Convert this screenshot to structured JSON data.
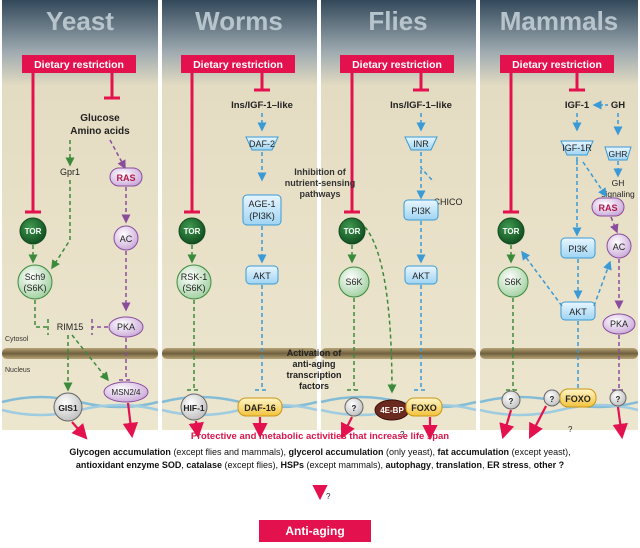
{
  "panels": [
    {
      "title": "Yeast"
    },
    {
      "title": "Worms"
    },
    {
      "title": "Flies"
    },
    {
      "title": "Mammals"
    }
  ],
  "dietary_restriction": "Dietary restriction",
  "yeast": {
    "glucose": "Glucose",
    "amino_acids": "Amino acids",
    "gpr1": "Gpr1",
    "ras": "RAS",
    "tor": "TOR",
    "ac": "AC",
    "sch9_line1": "Sch9",
    "sch9_line2": "(S6K)",
    "rim15": "RIM15",
    "pka": "PKA",
    "gis1": "GIS1",
    "msn": "MSN2/4"
  },
  "worms": {
    "ins": "Ins/IGF-1–like",
    "daf2": "DAF-2",
    "inhibition": [
      "Inhibition of",
      "nutrient-sensing",
      "pathways"
    ],
    "tor": "TOR",
    "age1_line1": "AGE-1",
    "age1_line2": "(PI3K)",
    "rsk1_line1": "RSK-1",
    "rsk1_line2": "(S6K)",
    "akt": "AKT",
    "hif1": "HIF-1",
    "daf16": "DAF-16",
    "activation": [
      "Activation of",
      "anti-aging",
      "transcription",
      "factors"
    ]
  },
  "flies": {
    "ins": "Ins/IGF-1–like",
    "inr": "INR",
    "chico": "CHICO",
    "tor": "TOR",
    "pi3k": "PI3K",
    "s6k": "S6K",
    "akt": "AKT",
    "q": "?",
    "ebp": "4E-BP",
    "foxo": "FOXO"
  },
  "mammals": {
    "igf1": "IGF-1",
    "gh": "GH",
    "igf1r": "IGF-1R",
    "ghr": "GHR",
    "gh_signaling_line1": "GH",
    "gh_signaling_line2": "signaling",
    "tor": "TOR",
    "ras": "RAS",
    "pi3k": "PI3K",
    "ac": "AC",
    "s6k": "S6K",
    "akt": "AKT",
    "pka": "PKA",
    "q": "?",
    "foxo": "FOXO"
  },
  "cytosol": "Cytosol",
  "nucleus": "Nucleus",
  "protective": "Protective and metabolic activities that increase life span",
  "bottom_line1": [
    {
      "t": "Glycogen accumulation",
      "b": true
    },
    {
      "t": " (except flies and mammals), ",
      "b": false
    },
    {
      "t": "glycerol accumulation",
      "b": true
    },
    {
      "t": " (only yeast), ",
      "b": false
    },
    {
      "t": "fat accumulation",
      "b": true
    },
    {
      "t": " (except yeast),",
      "b": false
    }
  ],
  "bottom_line2": [
    {
      "t": "antioxidant enzyme SOD",
      "b": true
    },
    {
      "t": ", ",
      "b": false
    },
    {
      "t": "catalase",
      "b": true
    },
    {
      "t": " (except flies), ",
      "b": false
    },
    {
      "t": "HSPs",
      "b": true
    },
    {
      "t": " (except mammals), ",
      "b": false
    },
    {
      "t": "autophagy",
      "b": true
    },
    {
      "t": ", ",
      "b": false
    },
    {
      "t": "translation",
      "b": true
    },
    {
      "t": ", ",
      "b": false
    },
    {
      "t": "ER stress",
      "b": true
    },
    {
      "t": ", ",
      "b": false
    },
    {
      "t": "other ?",
      "b": true
    }
  ],
  "question_mark": "?",
  "anti_aging": "Anti-aging",
  "colors": {
    "red": "#e3124e",
    "green_dash": "#3c8a3c",
    "purple_dash": "#8a4d9e",
    "blue_dash": "#3a9ad6",
    "tor_fill": "#1f6b2e",
    "panel_top": "#3a4d5c",
    "panel_bg": "#eae1c6",
    "membrane": "#8f7f5a"
  }
}
